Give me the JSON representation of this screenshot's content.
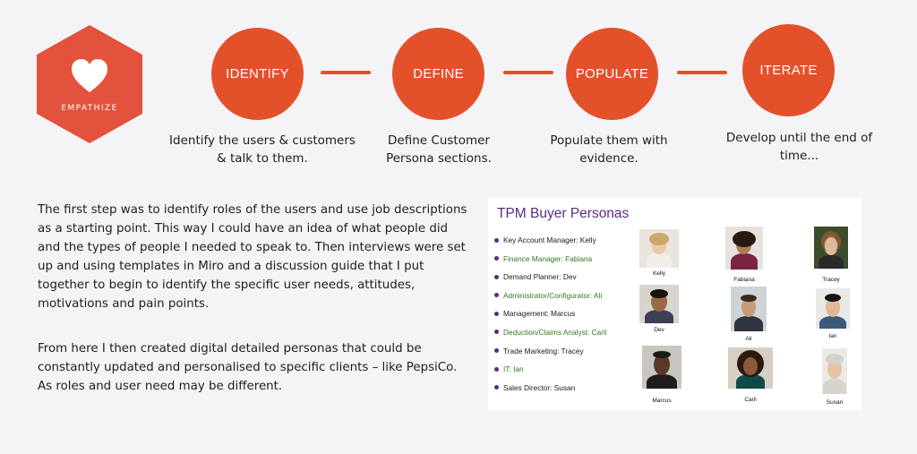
{
  "badge": {
    "label": "EMPATHIZE",
    "icon": "heart-icon"
  },
  "steps": [
    {
      "label": "IDENTIFY",
      "desc": [
        "Identify the users & customers",
        "& talk to them."
      ]
    },
    {
      "label": "DEFINE",
      "desc": [
        "Define Customer",
        "Persona sections."
      ]
    },
    {
      "label": "POPULATE",
      "desc": [
        "Populate them with",
        "evidence."
      ]
    },
    {
      "label": "ITERATE",
      "desc": [
        "Develop until the end of",
        "time..."
      ]
    }
  ],
  "paragraph1": "The first step was to identify roles of the users and use job descriptions as a starting point. This way I could have an idea of what people did and the types of people I needed to speak to. Then interviews were set up and using templates in Miro and a discussion guide that I put together to begin to identify the specific user needs, attitudes, motivations and pain points.",
  "paragraph2": "From here I then created digital detailed personas that could be constantly updated and personalised to specific clients – like PepsiCo. As roles and user need may be different.",
  "persona_card": {
    "title": "TPM Buyer Personas",
    "roles": [
      {
        "text": "Key Account Manager: Kelly",
        "color": "#1a1a1a"
      },
      {
        "text": "Finance Manager: Fabiana",
        "color": "#2e7d1e"
      },
      {
        "text": "Demand Planner: Dev",
        "color": "#1a1a1a"
      },
      {
        "text": "Administrator/Configurator: Ali",
        "color": "#2e7d1e"
      },
      {
        "text": "Management: Marcus",
        "color": "#1a1a1a"
      },
      {
        "text": "Deduction/Claims Analyst: Carli",
        "color": "#2e7d1e"
      },
      {
        "text": "Trade Marketing: Tracey",
        "color": "#1a1a1a"
      },
      {
        "text": "IT: Ian",
        "color": "#2e7d1e"
      },
      {
        "text": "Sales Director: Susan",
        "color": "#1a1a1a"
      }
    ],
    "people": [
      "Kelly",
      "Fabiana",
      "Tracey",
      "Dev",
      "Ali",
      "Ian",
      "Marcus",
      "Carli",
      "Susan"
    ]
  },
  "colors": {
    "accent": "#e3512b",
    "badge": "#e3523c",
    "card_title": "#5b2a86",
    "background": "#f4f4f6"
  }
}
